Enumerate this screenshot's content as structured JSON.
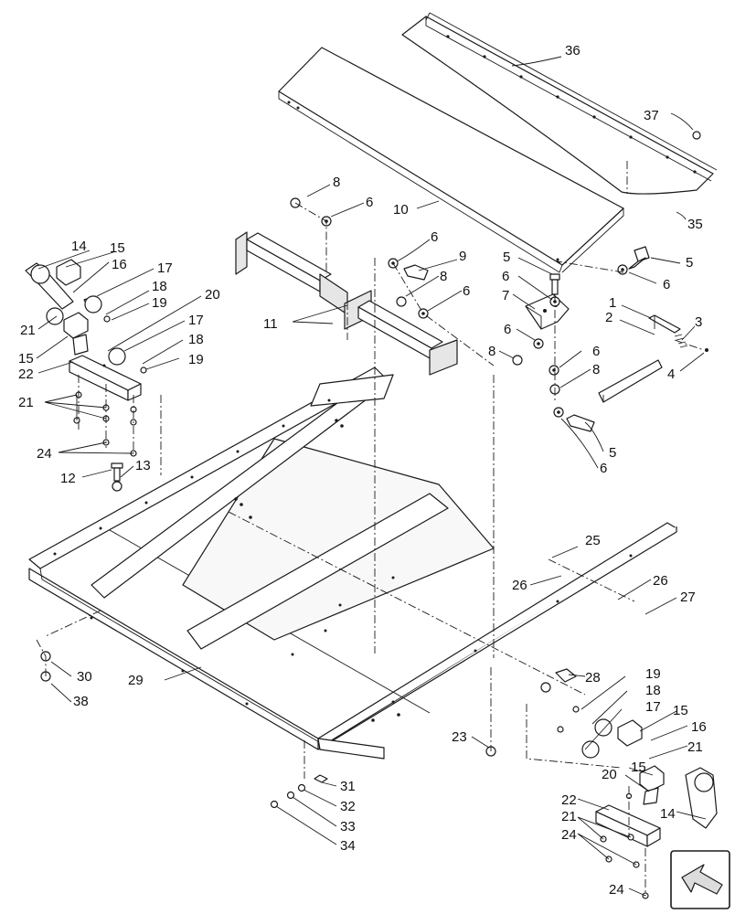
{
  "callouts": {
    "c1": "1",
    "c2": "2",
    "c3": "3",
    "c4": "4",
    "c5a": "5",
    "c5b": "5",
    "c5c": "5",
    "c6a": "6",
    "c6b": "6",
    "c6c": "6",
    "c6d": "6",
    "c6e": "6",
    "c6f": "6",
    "c6g": "6",
    "c6h": "6",
    "c7": "7",
    "c8a": "8",
    "c8b": "8",
    "c8c": "8",
    "c8d": "8",
    "c9": "9",
    "c10": "10",
    "c11": "11",
    "c12": "12",
    "c13": "13",
    "c14a": "14",
    "c14b": "14",
    "c15a": "15",
    "c15b": "15",
    "c15c": "15",
    "c15d": "15",
    "c16a": "16",
    "c16b": "16",
    "c17a": "17",
    "c17b": "17",
    "c17c": "17",
    "c18a": "18",
    "c18b": "18",
    "c18c": "18",
    "c19a": "19",
    "c19b": "19",
    "c19c": "19",
    "c20a": "20",
    "c20b": "20",
    "c21a": "21",
    "c21b": "21",
    "c21c": "21",
    "c21d": "21",
    "c22a": "22",
    "c22b": "22",
    "c23": "23",
    "c24a": "24",
    "c24b": "24",
    "c24c": "24",
    "c25": "25",
    "c26a": "26",
    "c26b": "26",
    "c27": "27",
    "c28": "28",
    "c29": "29",
    "c30": "30",
    "c31": "31",
    "c32": "32",
    "c33": "33",
    "c34": "34",
    "c35": "35",
    "c36": "36",
    "c37": "37",
    "c38": "38"
  }
}
